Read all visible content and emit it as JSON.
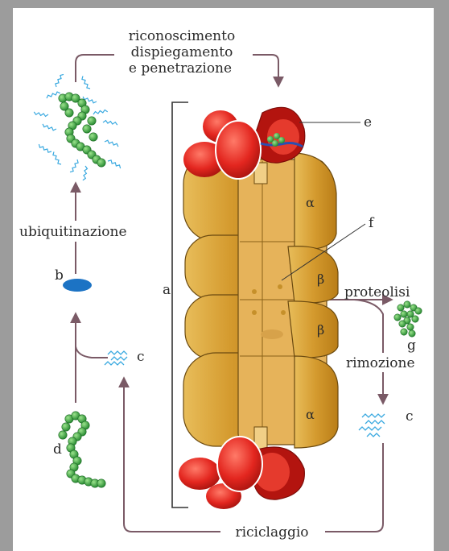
{
  "labels": {
    "top_line1": "riconoscimento",
    "top_line2": "dispiegamento",
    "top_line3": "e penetrazione",
    "ubiquitination": "ubiquitinazione",
    "proteolysis": "proteolisi",
    "removal": "rimozione",
    "recycling": "riciclaggio",
    "alpha_top": "α",
    "beta_top": "β",
    "beta_bottom": "β",
    "alpha_bottom": "α",
    "letter_a": "a",
    "letter_b": "b",
    "letter_c_left": "c",
    "letter_c_right": "c",
    "letter_d": "d",
    "letter_e": "e",
    "letter_f": "f",
    "letter_g": "g"
  },
  "colors": {
    "background_border": "#9c9c9c",
    "panel": "#ffffff",
    "arrow": "#7a5a66",
    "proteasome_body": "#d9a437",
    "proteasome_inner": "#c98a1e",
    "cap": "#e0322a",
    "ubiquitin": "#2e9b3a",
    "protein_b": "#1c73c4",
    "ubiquitin_tag": "#3aa9e0"
  }
}
